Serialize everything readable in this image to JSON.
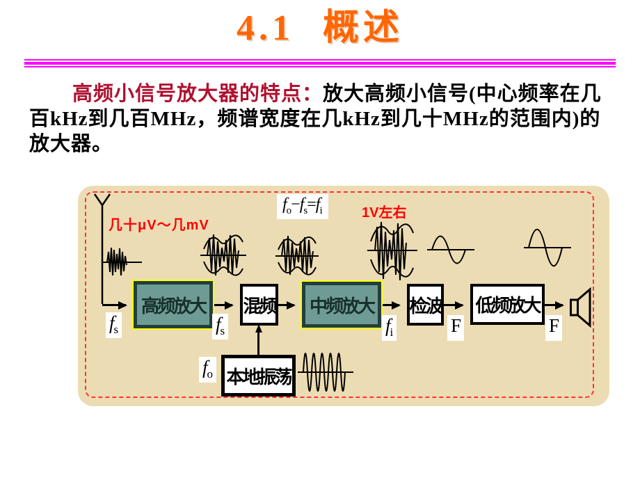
{
  "slide": {
    "title": "4.1 概述",
    "paragraph": {
      "lead": "高频小信号放大器的特点：",
      "line1_rest": "放大高频小信号(中心频率在几",
      "line2": "百kHz到几百MHz，频谱宽度在几kHz到几十MHz的范围内)的",
      "line3": "放大器。"
    }
  },
  "diagram": {
    "annotations": {
      "input_level": "几十μV～几mV",
      "if_level": "1V左右"
    },
    "formula": {
      "f1": "f",
      "sub1": "o",
      "minus": "−",
      "f2": "f",
      "sub2": "s",
      "equals": "=",
      "f3": "f",
      "sub3": "i"
    },
    "blocks": [
      {
        "id": "rf-amplifier",
        "label": "高频放大"
      },
      {
        "id": "mixer",
        "label": "混频"
      },
      {
        "id": "if-amplifier",
        "label": "中频放大"
      },
      {
        "id": "detector",
        "label": "检波"
      },
      {
        "id": "af-amplifier",
        "label": "低频放大"
      },
      {
        "id": "local-oscillator",
        "label": "本地振荡"
      }
    ],
    "signal_labels": [
      {
        "base": "f",
        "sub": "s"
      },
      {
        "base": "f",
        "sub": "s"
      },
      {
        "base": "f",
        "sub": "i"
      },
      {
        "base": "F",
        "sub": ""
      },
      {
        "base": "F",
        "sub": ""
      },
      {
        "base": "f",
        "sub": "o"
      }
    ]
  },
  "colors": {
    "title_orange": "#FF6600",
    "separator_magenta": "#FF00FF",
    "lead_red": "#B01030",
    "annotation_red": "#FF0000",
    "panel_tan": "#ECDCB4",
    "dashed_border_red": "#FF3333",
    "block_teal_fill": "#6F9B95",
    "block_teal_border": "#223F3C",
    "block_outline_yellow": "#FFFF00"
  }
}
